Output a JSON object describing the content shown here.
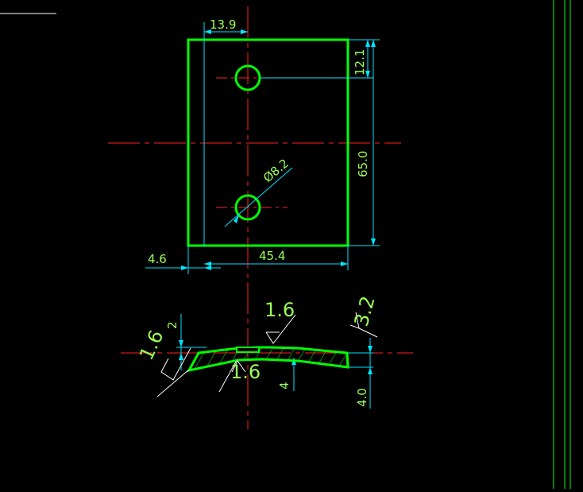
{
  "drawing": {
    "dimensions": {
      "top_offset": "13.9",
      "hole_offset": "12.1",
      "height": "65.0",
      "hole_diameter": "Ø8.2",
      "width": "45.4",
      "left_offset": "4.6",
      "section_thickness_right": "4.0",
      "section_thickness_mid": "4",
      "section_small_left": "2"
    },
    "roughness": {
      "top": "1.6",
      "left": "1.6",
      "bottom": "1.6",
      "right": "3.2"
    }
  },
  "colors": {
    "background": "#000000",
    "outline": "#00ff00",
    "dimension": "#00e5ff",
    "dimension_text": "#9cff57",
    "centerline": "#ff2020",
    "roughness": "#ffffff",
    "frame": "#00ff00"
  }
}
